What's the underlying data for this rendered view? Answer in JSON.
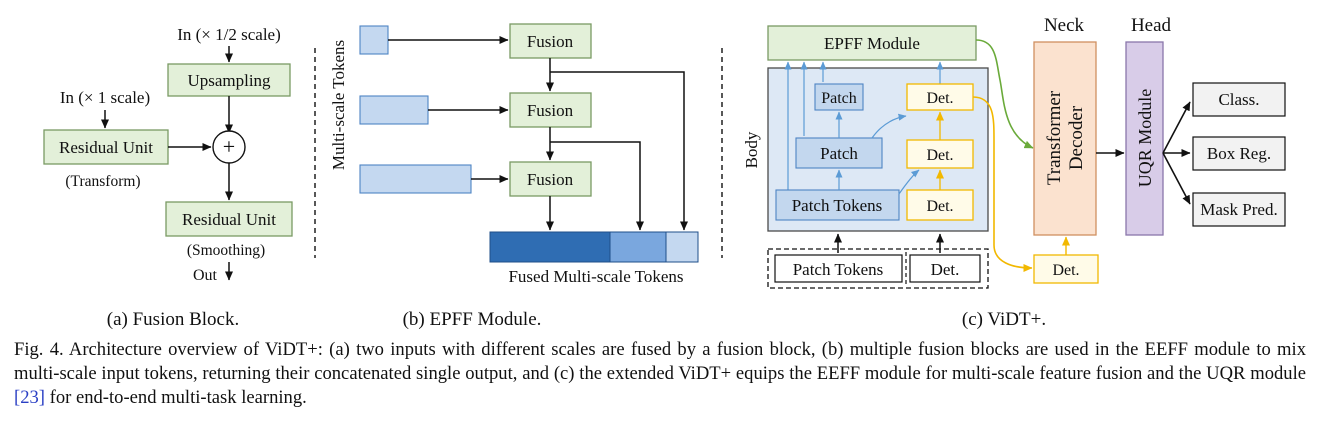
{
  "colors": {
    "green_fill": "#e3f0d9",
    "green_stroke": "#7a9a63",
    "blue_panel": "#dde8f5",
    "blue_panel_stroke": "#4a4a4a",
    "blue_box": "#c3d7ee",
    "blue_stroke": "#4e84c4",
    "yellow_fill": "#fffbe8",
    "yellow_stroke": "#f2b800",
    "orange_fill": "#fbe2cf",
    "orange_stroke": "#d09060",
    "purple_fill": "#d8cce8",
    "purple_stroke": "#8a77aa",
    "token_dark": "#2f6db3",
    "token_mid": "#7aa7de",
    "token_light": "#c4d8f0",
    "green_arrow": "#6aaa3a",
    "yellow_arrow": "#f2b800",
    "blue_arrow": "#5b9bd5"
  },
  "fusion_block": {
    "in_half": "In (× 1/2 scale)",
    "upsampling": "Upsampling",
    "in_full": "In (× 1 scale)",
    "residual_transform": "Residual Unit",
    "transform_note": "(Transform)",
    "plus": "+",
    "residual_smoothing": "Residual Unit",
    "smoothing_note": "(Smoothing)",
    "out": "Out",
    "caption": "(a) Fusion Block."
  },
  "epff": {
    "side_label": "Multi-scale Tokens",
    "fusion_labels": [
      "Fusion",
      "Fusion",
      "Fusion"
    ],
    "fused_label": "Fused Multi-scale Tokens",
    "caption": "(b) EPFF Module."
  },
  "vidt": {
    "epff_module": "EPFF Module",
    "body": "Body",
    "patch_small": "Patch",
    "patch_mid": "Patch",
    "patch_tokens_inner": "Patch Tokens",
    "det_labels": [
      "Det.",
      "Det.",
      "Det."
    ],
    "patch_tokens_input": "Patch Tokens",
    "det_input": "Det.",
    "det_output": "Det.",
    "neck": "Neck",
    "transformer": "Transformer",
    "decoder": "Decoder",
    "head": "Head",
    "uqr": "UQR Module",
    "class": "Class.",
    "box_reg": "Box Reg.",
    "mask_pred": "Mask Pred.",
    "caption": "(c) ViDT+."
  },
  "caption": {
    "lead": "Fig. 4. Architecture overview of ViDT+: (a) two inputs with different scales are fused by a fusion block, (b) multiple fusion blocks are used in the EEFF module to mix multi-scale input tokens, returning their concatenated single output, and (c) the extended ViDT+ equips the EEFF module for multi-scale feature fusion and the UQR module ",
    "ref": "[23]",
    "tail": " for end-to-end multi-task learning."
  }
}
